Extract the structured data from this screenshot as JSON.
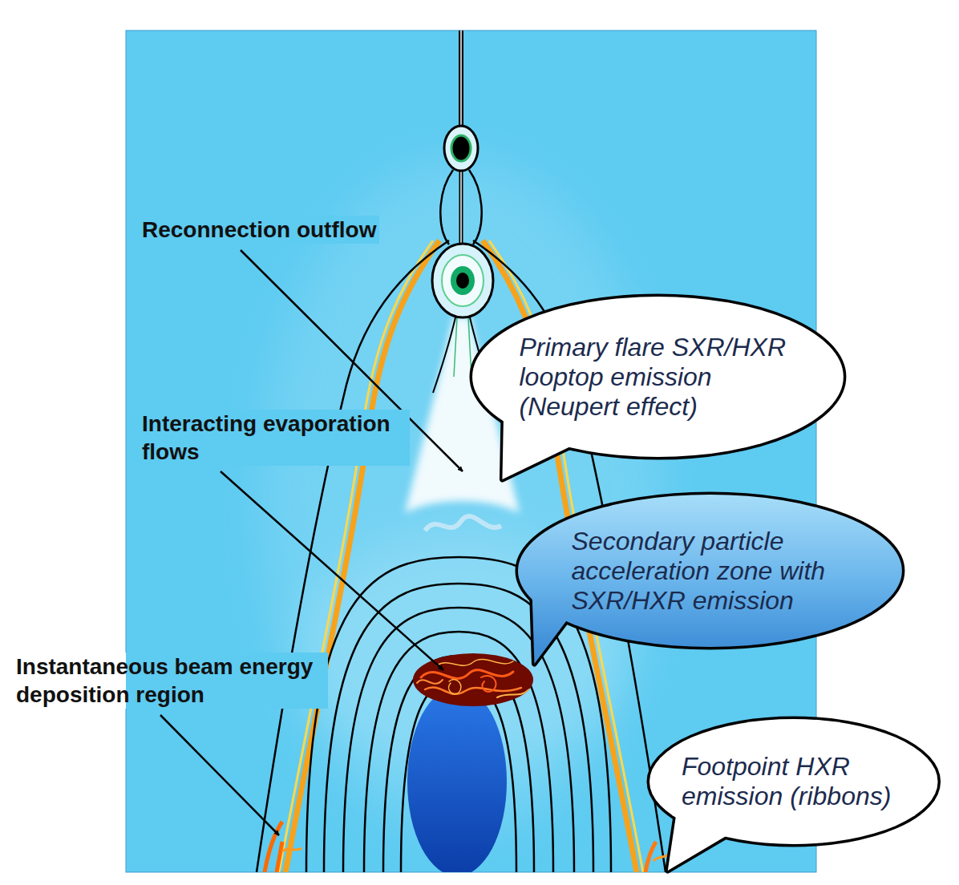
{
  "diagram": {
    "nodes": [
      {
        "text": [
          "Primary flare SXR/HXR looptop emission (Neupert effect)"
        ]
      },
      {
        "text": [
          "Secondary particle acceleration zone with SXR/HXR emission"
        ]
      },
      {
        "text": [
          "Footpoint HXR emission (ribbons)"
        ]
      }
    ],
    "labels": [
      "Reconnection outflow",
      "Interacting evaporation flows",
      "Instantaneous beam energy deposition region"
    ]
  }
}
